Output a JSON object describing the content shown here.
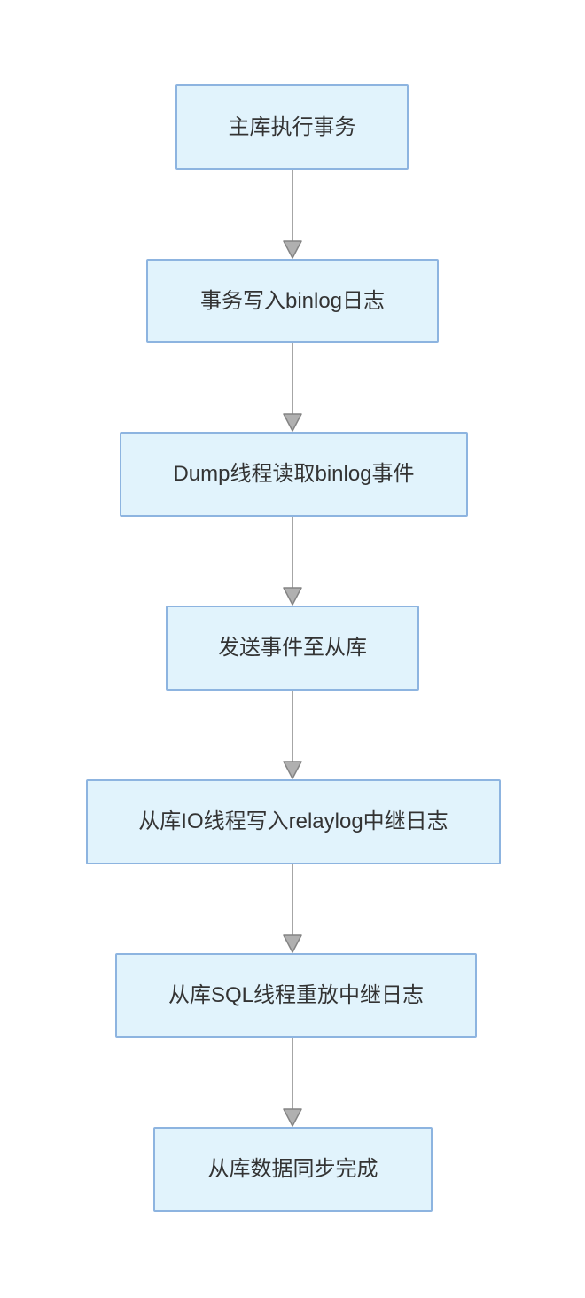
{
  "flowchart": {
    "description": "vertical-flowchart",
    "nodes": [
      {
        "id": "n1",
        "label": "主库执行事务"
      },
      {
        "id": "n2",
        "label": "事务写入binlog日志"
      },
      {
        "id": "n3",
        "label": "Dump线程读取binlog事件"
      },
      {
        "id": "n4",
        "label": "发送事件至从库"
      },
      {
        "id": "n5",
        "label": "从库IO线程写入relaylog中继日志"
      },
      {
        "id": "n6",
        "label": "从库SQL线程重放中继日志"
      },
      {
        "id": "n7",
        "label": "从库数据同步完成"
      }
    ],
    "edges": [
      {
        "from": "n1",
        "to": "n2"
      },
      {
        "from": "n2",
        "to": "n3"
      },
      {
        "from": "n3",
        "to": "n4"
      },
      {
        "from": "n4",
        "to": "n5"
      },
      {
        "from": "n5",
        "to": "n6"
      },
      {
        "from": "n6",
        "to": "n7"
      }
    ],
    "colors": {
      "node_fill": "#e1f3fc",
      "node_border": "#8db4e0",
      "node_text": "#333333",
      "connector_line": "#a6a6a6",
      "arrowhead_fill": "#b0b0b0",
      "arrowhead_stroke": "#848484",
      "background": "#ffffff"
    }
  }
}
